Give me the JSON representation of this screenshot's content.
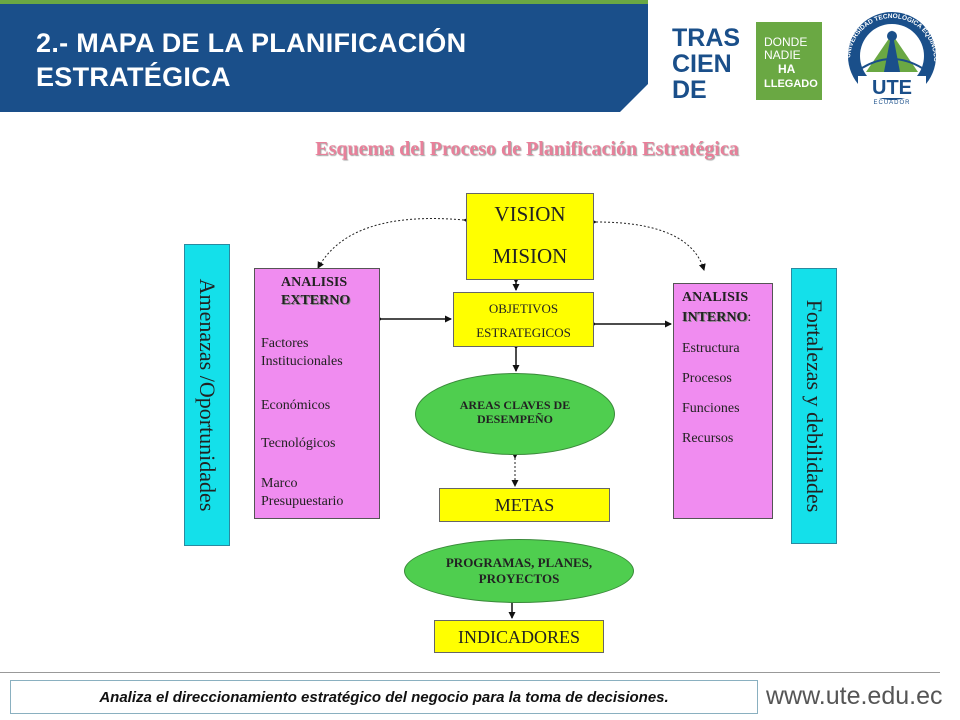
{
  "header": {
    "title_line1": "2.- MAPA DE LA PLANIFICACIÓN",
    "title_line2": "ESTRATÉGICA"
  },
  "logos": {
    "trascienden": [
      "TRAS",
      "CIEN",
      "DE",
      "DONDE",
      "NADIE",
      "HA",
      "LLEGADO"
    ],
    "ute_seal": [
      "UNIVERSIDAD TECNOLÓGICA EQUINOCCIAL",
      "UTE",
      "ECUADOR"
    ]
  },
  "diagram": {
    "title": "Esquema  del Proceso de Planificación Estratégica",
    "left_side": "Amenazas /Oportunidades",
    "right_side": "Fortalezas y debilidades",
    "vision": "VISION",
    "mision": "MISION",
    "objectives_line1": "OBJETIVOS",
    "objectives_line2": "ESTRATEGICOS",
    "external": {
      "heading_line1": "ANALISIS",
      "heading_line2": "EXTERNO",
      "items": [
        "Factores",
        "Institucionales",
        "Económicos",
        "Tecnológicos",
        "Marco",
        "Presupuestario"
      ]
    },
    "internal": {
      "heading_line1": "ANALISIS",
      "heading_line2": "INTERNO",
      "colon": ":",
      "items": [
        "Estructura",
        "Procesos",
        "Funciones",
        "Recursos"
      ]
    },
    "key_areas_line1": "AREAS CLAVES DE",
    "key_areas_line2": "DESEMPEÑO",
    "goals": "METAS",
    "programs_line1": "PROGRAMAS, PLANES,",
    "programs_line2": "PROYECTOS",
    "indicators": "INDICADORES"
  },
  "footer": {
    "caption": "Analiza el direccionamiento estratégico del negocio para la toma de decisiones.",
    "website": "www.ute.edu.ec"
  },
  "colors": {
    "header_blue": "#1a4f8a",
    "header_green": "#6aa843",
    "yellow": "#ffff00",
    "pink": "#f08cf0",
    "cyan": "#14e0ea",
    "green": "#4fce4f",
    "title_pink": "#e8809a"
  }
}
